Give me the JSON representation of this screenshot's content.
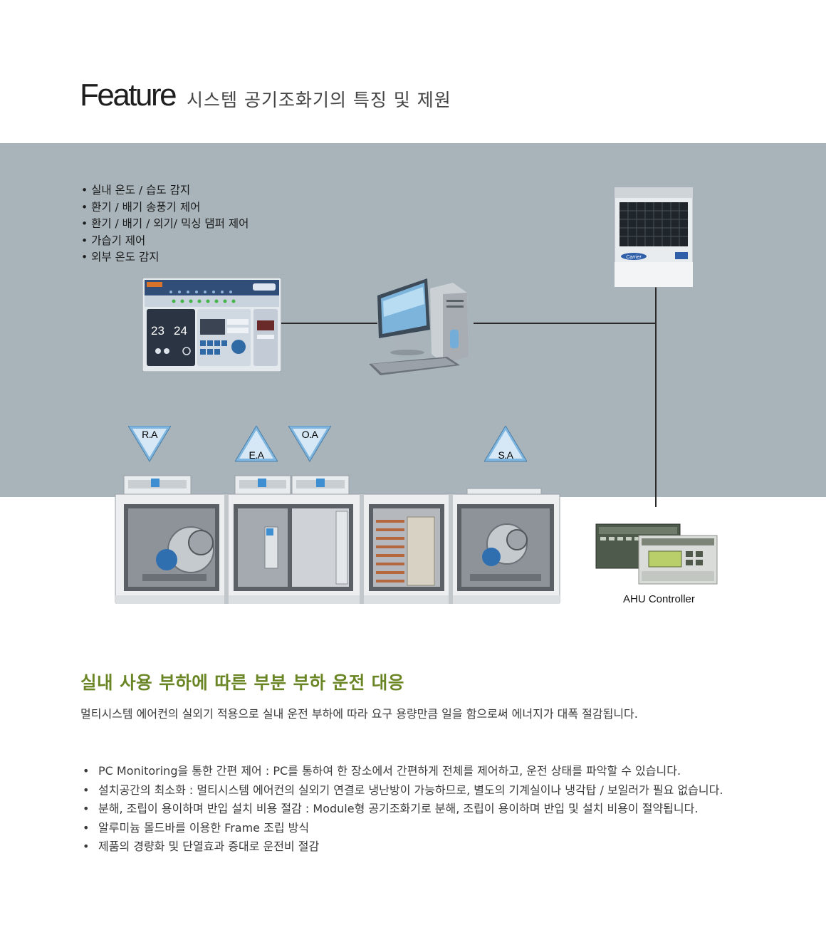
{
  "header": {
    "title": "Feature",
    "subtitle": "시스템 공기조화기의 특징 및 제원"
  },
  "diagram": {
    "features": [
      "실내 온도 / 습도 감지",
      "환기 / 배기 송풍기 제어",
      "환기 / 배기 / 외기/ 믹싱 댐퍼 제어",
      "가습기 제어",
      "외부 온도 감지"
    ],
    "panel_readouts": [
      "23",
      "24"
    ],
    "outdoor_unit_brand": "Carrier",
    "arrows": [
      {
        "label": "R.A",
        "direction": "down"
      },
      {
        "label": "E.A",
        "direction": "up"
      },
      {
        "label": "O.A",
        "direction": "down"
      },
      {
        "label": "S.A",
        "direction": "up"
      }
    ],
    "controller_label": "AHU Controller"
  },
  "section": {
    "heading": "실내 사용 부하에 따른 부분 부하 운전 대응",
    "description": "멀티시스템 에어컨의 실외기 적용으로 실내 운전 부하에 따라 요구 용량만큼 일을 함으로써 에너지가 대폭 절감됩니다.",
    "bullets": [
      "PC Monitoring을 통한 간편 제어 : PC를 통하여 한 장소에서 간편하게 전체를 제어하고, 운전 상태를 파악할 수 있습니다.",
      "설치공간의 최소화 : 멀티시스템 에어컨의 실외기 연결로 냉난방이 가능하므로, 별도의 기계실이나 냉각탑 / 보일러가 필요 없습니다.",
      "분해, 조립이 용이하며 반입 설치 비용 절감 : Module형 공기조화기로 분해, 조립이 용이하며 반입 및 설치 비용이 절약됩니다.",
      "알루미늄 몰드바를 이용한 Frame 조립 방식",
      "제품의 경량화 및 단열효과 증대로 운전비 절감"
    ]
  },
  "colors": {
    "band": "#a8b4ba",
    "heading_green": "#6a8524"
  }
}
